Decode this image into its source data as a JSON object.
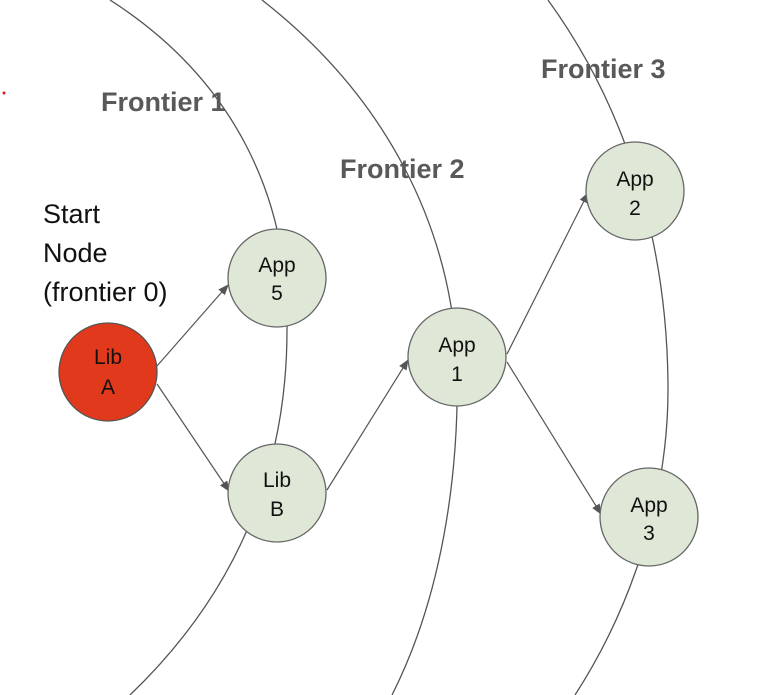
{
  "frontiers": [
    {
      "label": "Frontier 1"
    },
    {
      "label": "Frontier 2"
    },
    {
      "label": "Frontier 3"
    }
  ],
  "start_label": [
    "Start",
    "Node",
    "(frontier 0)"
  ],
  "nodes": {
    "lib_a": {
      "line1": "Lib",
      "line2": "A"
    },
    "app_5": {
      "line1": "App",
      "line2": "5"
    },
    "lib_b": {
      "line1": "Lib",
      "line2": "B"
    },
    "app_1": {
      "line1": "App",
      "line2": "1"
    },
    "app_2": {
      "line1": "App",
      "line2": "2"
    },
    "app_3": {
      "line1": "App",
      "line2": "3"
    }
  },
  "edges": [
    {
      "from": "lib_a",
      "to": "app_5"
    },
    {
      "from": "lib_a",
      "to": "lib_b"
    },
    {
      "from": "lib_b",
      "to": "app_1"
    },
    {
      "from": "app_1",
      "to": "app_2"
    },
    {
      "from": "app_1",
      "to": "app_3"
    }
  ],
  "colors": {
    "start_node": "#e0391c",
    "node_fill": "#dfe8d7",
    "line": "#555555",
    "frontier_label": "#595959"
  }
}
